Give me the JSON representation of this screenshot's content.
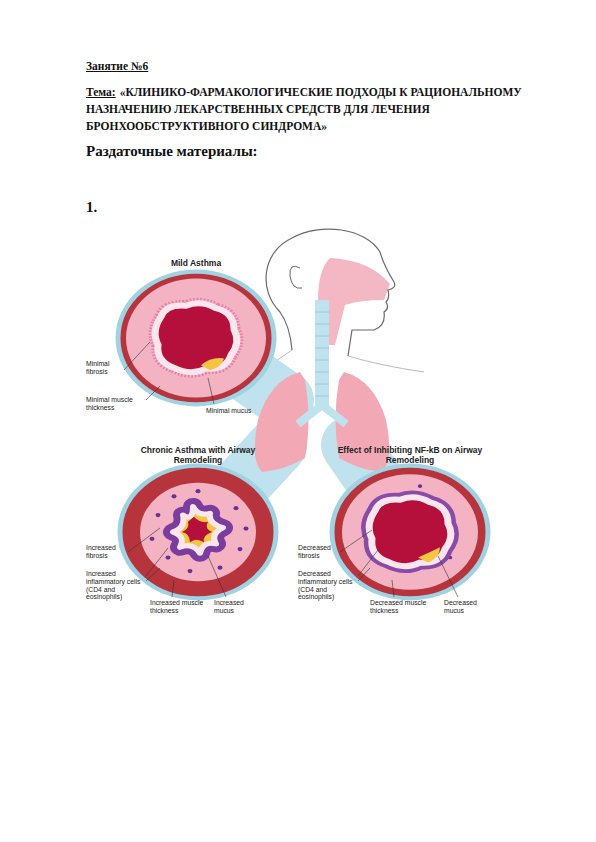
{
  "diagram": {
    "title": "«КЛИНИКО-ФАРМАКОЛОГИЧЕСКИЕ ПОДХОДЫ К РАЦИОНАЛЬНОМУ НАЗНАЧЕНИЮ ЛЕКАРСТВЕННЫХ СРЕДСТВ ДЛЯ ЛЕЧЕНИЯ БРОНХООБСТРУКТИВНОГО СИНДРОМА»",
    "nodes": [
      {
        "text": [
          "Mild Asthma"
        ]
      },
      {
        "text": [
          "Chronic Asthma with Airway Remodeling"
        ]
      },
      {
        "text": [
          "Effect of Inhibiting NF-kB on Airway Remodeling"
        ]
      }
    ],
    "labels": [
      "Занятие №6",
      "Тема:",
      "Раздаточные материалы:",
      "1.",
      "Minimal fibrosis",
      "Minimal muscle thickness",
      "Minimal mucus",
      "Increased fibrosis",
      "Increased inflammatory cells (CD4 and eosinophils)",
      "Increased muscle thickness",
      "Increased mucus",
      "Decreased fibrosis",
      "Decreased inflammatory cells (CD4 and eosinophils)",
      "Decreased muscle thickness",
      "Decreased mucus"
    ]
  }
}
